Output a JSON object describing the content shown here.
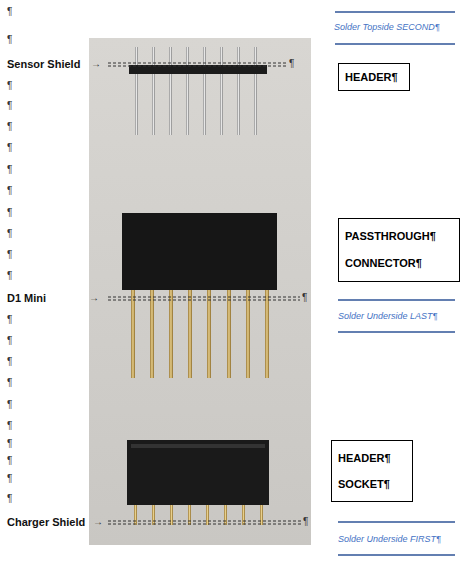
{
  "diagram": {
    "nodes": [
      {
        "text": [
          "HEADER¶"
        ]
      },
      {
        "text": [
          "PASSTHROUGH¶ CONNECTOR¶"
        ]
      },
      {
        "text": [
          "HEADER¶ SOCKET¶"
        ]
      }
    ],
    "labels": [
      "¶",
      "¶",
      "Sensor Shield",
      "→",
      "¶",
      "Solder Topside SECOND¶",
      "¶",
      "¶",
      "¶",
      "¶",
      "¶",
      "¶",
      "¶",
      "¶",
      "¶",
      "¶",
      "D1 Mini",
      "→",
      "¶",
      "Solder Underside LAST¶",
      "¶",
      "¶",
      "¶",
      "¶",
      "¶",
      "¶",
      "¶",
      "¶",
      "¶",
      "¶",
      "Charger Shield",
      "→",
      "¶",
      "Solder Underside FIRST¶"
    ]
  }
}
